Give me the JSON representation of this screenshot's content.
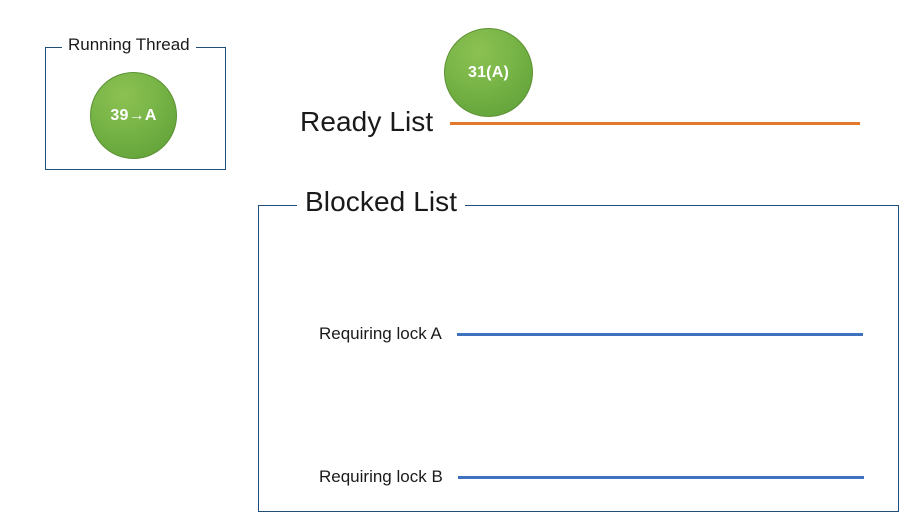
{
  "diagram": {
    "background_color": "#FFFFFF",
    "accent_colors": {
      "box_border": "#1F4E79",
      "ready_line": "#E3792B",
      "blocked_line": "#3E72BE",
      "thread_fill": "#7AB648",
      "thread_text": "#FFFFFF"
    }
  },
  "running_thread": {
    "title": "Running Thread",
    "thread": {
      "label": "39→A",
      "shape": "circle"
    }
  },
  "ready_list": {
    "title": "Ready List",
    "line_color": "#E3792B",
    "threads": [
      {
        "label": "31(A)",
        "shape": "circle"
      }
    ]
  },
  "blocked_list": {
    "title": "Blocked List",
    "rows": [
      {
        "label": "Requiring lock A",
        "line_color": "#3E72BE",
        "threads": []
      },
      {
        "label": "Requiring lock B",
        "line_color": "#3E72BE",
        "threads": []
      }
    ]
  }
}
